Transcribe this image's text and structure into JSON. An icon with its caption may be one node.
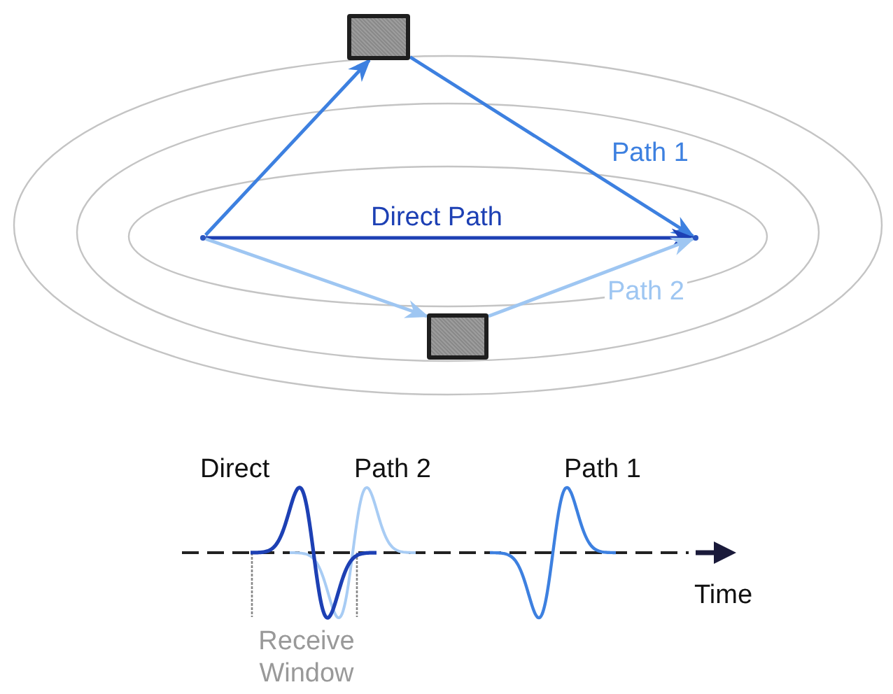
{
  "diagram": {
    "nodes": [
      {
        "text": [],
        "shape": "point"
      },
      {
        "text": [],
        "shape": "box"
      },
      {
        "text": [],
        "shape": "box"
      },
      {
        "text": [],
        "shape": "point"
      }
    ],
    "edges": [
      {
        "from": 0,
        "to": 1,
        "arrow": "to",
        "color": "#3d80e0"
      },
      {
        "from": 1,
        "to": 3,
        "arrow": "to",
        "label": "Path 1",
        "color": "#3d80e0"
      },
      {
        "from": 0,
        "to": 3,
        "arrow": "to",
        "label": "Direct Path",
        "color": "#1d40b4"
      },
      {
        "from": 0,
        "to": 2,
        "arrow": "to",
        "color": "#9ec6f2"
      },
      {
        "from": 2,
        "to": 3,
        "arrow": "to",
        "label": "Path 2",
        "color": "#9ec6f2"
      }
    ],
    "labels": [
      "Direct",
      "Path 2",
      "Path 1",
      "Time",
      "Receive Window"
    ]
  }
}
